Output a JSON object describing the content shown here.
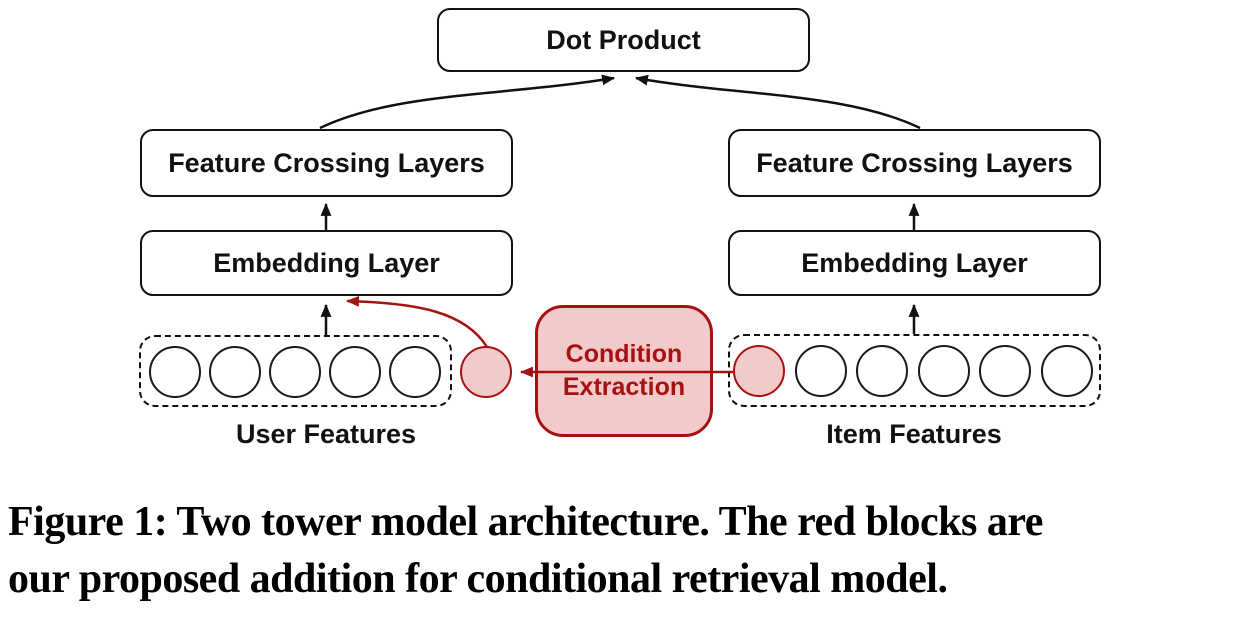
{
  "figure": {
    "dot_product": "Dot Product",
    "towers": {
      "user": {
        "crossing": "Feature Crossing Layers",
        "embedding": "Embedding Layer",
        "features_label": "User Features",
        "feature_circle_count": 5,
        "condition_circle": "outside-right-of-feature-box"
      },
      "item": {
        "crossing": "Feature Crossing Layers",
        "embedding": "Embedding Layer",
        "features_label": "Item Features",
        "feature_circle_count": 5,
        "condition_circle": "first-inside-feature-box"
      }
    },
    "condition_extraction": {
      "label_line1": "Condition",
      "label_line2": "Extraction",
      "arrow_direction": "from-item-condition-circle-to-user-condition-circle"
    },
    "colors": {
      "red_stroke": "#a51212",
      "red_fill": "#f3caca",
      "black": "#111111",
      "background": "#ffffff"
    }
  },
  "caption": {
    "line1": "Figure 1: Two tower model architecture. The red blocks are",
    "line2": "our proposed addition for conditional retrieval model."
  }
}
